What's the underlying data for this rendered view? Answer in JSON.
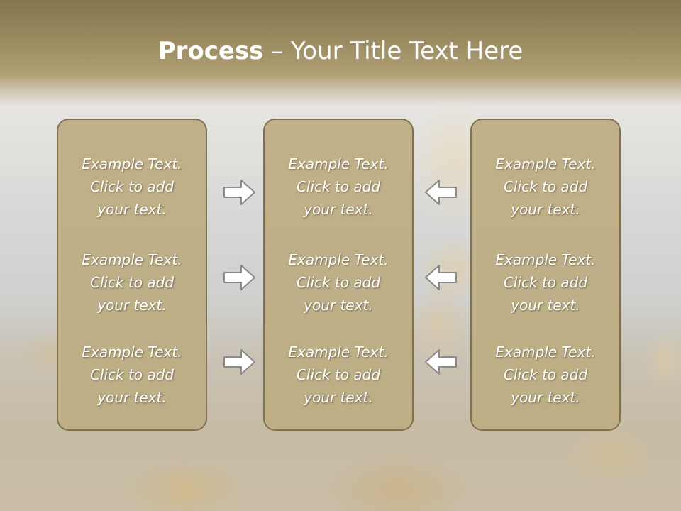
{
  "title": {
    "bold": "Process",
    "rest": " – Your Title Text Here"
  },
  "columns": [
    {
      "items": [
        {
          "line1": "Example Text.",
          "line2": "Click  to add",
          "line3": "your text."
        },
        {
          "line1": "Example Text.",
          "line2": "Click  to add",
          "line3": "your text."
        },
        {
          "line1": "Example Text.",
          "line2": "Click  to add",
          "line3": "your text."
        }
      ]
    },
    {
      "items": [
        {
          "line1": "Example Text.",
          "line2": "Click  to add",
          "line3": "your text."
        },
        {
          "line1": "Example Text.",
          "line2": "Click  to add",
          "line3": "your text."
        },
        {
          "line1": "Example Text.",
          "line2": "Click  to add",
          "line3": "your text."
        }
      ]
    },
    {
      "items": [
        {
          "line1": "Example Text.",
          "line2": "Click  to add",
          "line3": "your text."
        },
        {
          "line1": "Example Text.",
          "line2": "Click  to add",
          "line3": "your text."
        },
        {
          "line1": "Example Text.",
          "line2": "Click  to add",
          "line3": "your text."
        }
      ]
    }
  ],
  "arrows": {
    "left_group": "arrow-right-icon",
    "right_group": "arrow-left-icon"
  },
  "colors": {
    "title_band": "#9a8a60",
    "box_fill": "#bdac82",
    "box_border": "#7f7152",
    "text": "#ffffff"
  }
}
